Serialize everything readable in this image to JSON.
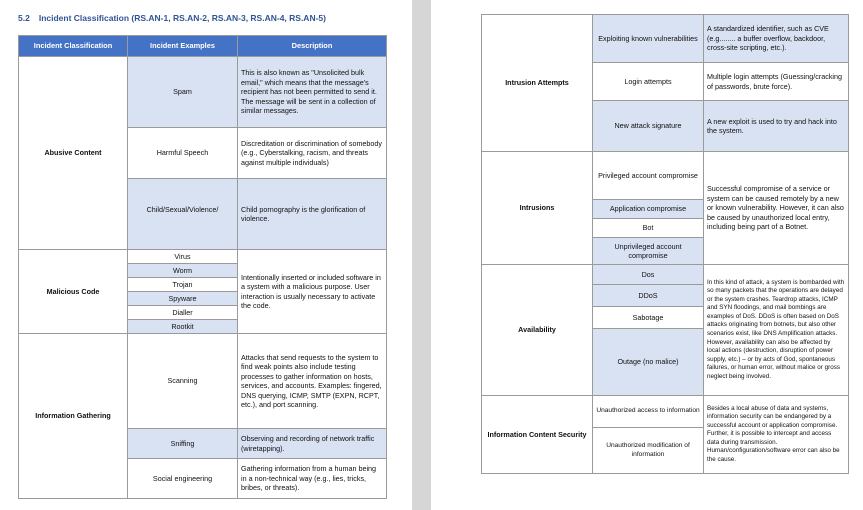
{
  "section": {
    "number": "5.2",
    "title": "Incident Classification (RS.AN-1, RS.AN-2, RS.AN-3, RS.AN-4, RS.AN-5)"
  },
  "table": {
    "headers": [
      "Incident Classification",
      "Incident Examples",
      "Description"
    ],
    "abusive": {
      "category": "Abusive Content",
      "spam": {
        "example": "Spam",
        "description": "This is also known as \"Unsolicited bulk email,\" which means that the message's recipient has not been permitted to send it. The message will be sent in a collection of similar messages."
      },
      "harmful": {
        "example": "Harmful Speech",
        "description": "Discreditation or discrimination of somebody (e.g., Cyberstalking, racism, and threats against multiple individuals)"
      },
      "child": {
        "example": "Child/Sexual/Violence/",
        "description": "Child pornography is the glorification of violence."
      }
    },
    "malicious": {
      "category": "Malicious Code",
      "examples": [
        "Virus",
        "Worm",
        "Trojan",
        "Spyware",
        "Dialler",
        "Rootkit"
      ],
      "description": "Intentionally inserted or included software in a system with a malicious purpose. User interaction is usually necessary to activate the code."
    },
    "gathering": {
      "category": "Information Gathering",
      "scanning": {
        "example": "Scanning",
        "description": "Attacks that send requests to the system to find weak points also include testing processes to gather information on hosts, services, and accounts. Examples: fingered, DNS querying, ICMP, SMTP (EXPN, RCPT, etc.), and port scanning."
      },
      "sniffing": {
        "example": "Sniffing",
        "description": "Observing and recording of network traffic (wiretapping)."
      },
      "social": {
        "example": "Social engineering",
        "description": "Gathering information from a human being in a non-technical way (e.g., lies, tricks, bribes, or threats)."
      }
    },
    "intrusion_attempts": {
      "category": "Intrusion Attempts",
      "exploiting": {
        "example": "Exploiting known vulnerabilities",
        "description": "A standardized identifier, such as CVE (e.g........ a buffer overflow, backdoor, cross-site scripting, etc.)."
      },
      "login": {
        "example": "Login attempts",
        "description": "Multiple login attempts (Guessing/cracking of passwords, brute force)."
      },
      "signature": {
        "example": "New attack signature",
        "description": "A new exploit is used to try and hack into the system."
      }
    },
    "intrusions": {
      "category": "Intrusions",
      "examples": [
        "Privileged account compromise",
        "Application compromise",
        "Bot",
        "Unprivileged account compromise"
      ],
      "description": "Successful compromise of a service or system can be caused remotely by a new or known vulnerability. However, it can also be caused by unauthorized local entry, including being part of a Botnet."
    },
    "availability": {
      "category": "Availability",
      "examples": [
        "Dos",
        "DDoS",
        "Sabotage",
        "Outage (no malice)"
      ],
      "description": "In this kind of attack, a system is bombarded with so many packets that the operations are delayed or the system crashes. Teardrop attacks, ICMP and SYN floodings, and mail bombings are examples of DoS. DDoS is often based on DoS attacks originating from botnets, but also other scenarios exist, like DNS Amplification attacks. However, availability can also be affected by local actions (destruction, disruption of power supply, etc.) – or by acts of God, spontaneous failures, or human error, without malice or gross neglect being involved."
    },
    "content_security": {
      "category": "Information Content Security",
      "examples": [
        "Unauthorized access to information",
        "Unauthorized modification of information"
      ],
      "description": "Besides a local abuse of data and systems, information security can be endangered by a successful account or application compromise. Further, it is possible to intercept and access data during transmission. Human/configuration/software error can also be the cause."
    }
  }
}
